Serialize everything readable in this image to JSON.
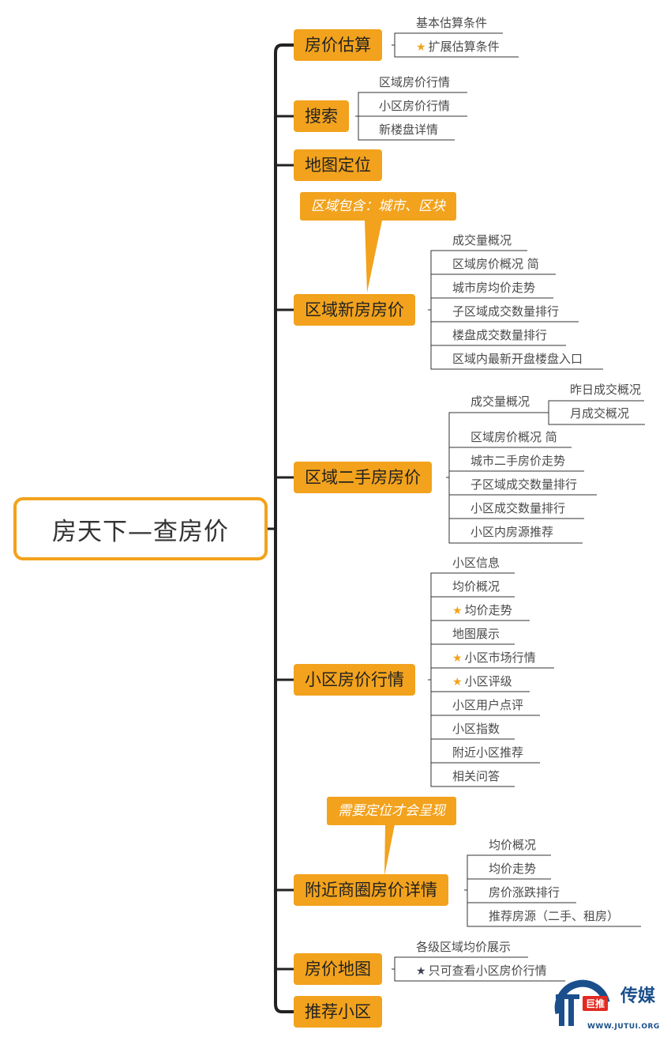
{
  "root": "房天下—查房价",
  "colors": {
    "accent": "#f2a21c",
    "line": "#222222",
    "star": "#f2a21c",
    "star_dark": "#3d4150"
  },
  "branches": {
    "b0": {
      "label": "房价估算",
      "leaves": [
        "基本估算条件",
        "扩展估算条件"
      ]
    },
    "b1": {
      "label": "搜索",
      "leaves": [
        "区域房价行情",
        "小区房价行情",
        "新楼盘详情"
      ]
    },
    "b2": {
      "label": "地图定位",
      "leaves": []
    },
    "b3": {
      "label": "区域新房房价",
      "callout": "区域包含：城市、区块",
      "leaves": [
        "成交量概况",
        "区域房价概况 简",
        "城市房均价走势",
        "子区域成交数量排行",
        "楼盘成交数量排行",
        "区域内最新开盘楼盘入口"
      ]
    },
    "b4": {
      "label": "区域二手房房价",
      "leaves": [
        "成交量概况",
        "区域房价概况 简",
        "城市二手房价走势",
        "子区域成交数量排行",
        "小区成交数量排行",
        "小区内房源推荐"
      ],
      "sub_leaves": [
        "昨日成交概况",
        "月成交概况"
      ]
    },
    "b5": {
      "label": "小区房价行情",
      "leaves": [
        "小区信息",
        "均价概况",
        "均价走势",
        "地图展示",
        "小区市场行情",
        "小区评级",
        "小区用户点评",
        "小区指数",
        "附近小区推荐",
        "相关问答"
      ]
    },
    "b6": {
      "label": "附近商圈房价详情",
      "callout": "需要定位才会呈现",
      "leaves": [
        "均价概况",
        "均价走势",
        "房价涨跌排行",
        "推荐房源（二手、租房）"
      ]
    },
    "b7": {
      "label": "房价地图",
      "leaves": [
        "各级区域均价展示",
        "只可查看小区房价行情"
      ]
    },
    "b8": {
      "label": "推荐小区",
      "leaves": []
    }
  },
  "logo": {
    "brand": "传媒",
    "badge": "巨推",
    "url": "WWW.JUTUI.ORG"
  }
}
